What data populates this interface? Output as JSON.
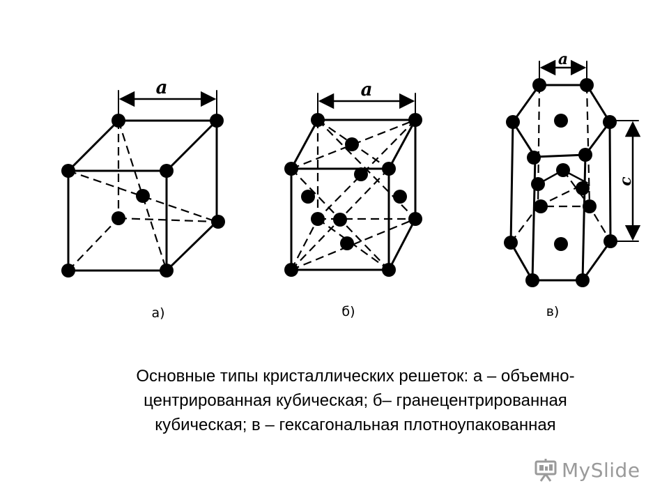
{
  "figure": {
    "labels": {
      "dim_a1": "a",
      "dim_a2": "a",
      "dim_a3": "a",
      "dim_c": "c",
      "sub_a": "а)",
      "sub_b": "б)",
      "sub_c": "в)"
    }
  },
  "caption": {
    "line1": "Основные типы кристаллических решеток: а – объемно-",
    "line2": "центрированная кубическая; б– гранецентрированная",
    "line3": "кубическая; в – гексагональная плотноупакованная"
  },
  "watermark": {
    "text": "MySlide",
    "color": "#9a9a9a"
  }
}
